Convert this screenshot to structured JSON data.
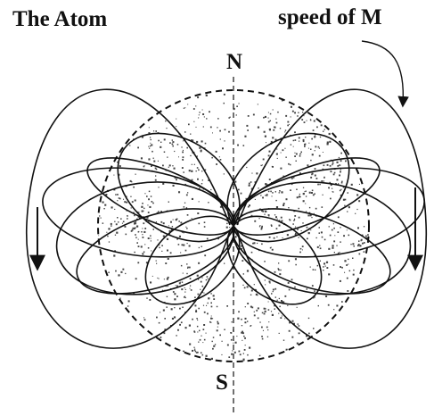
{
  "title": "The Atom",
  "arrow_label": "speed of M",
  "poles": {
    "north": "N",
    "south": "S"
  },
  "colors": {
    "ink": "#111111",
    "background": "#ffffff"
  }
}
